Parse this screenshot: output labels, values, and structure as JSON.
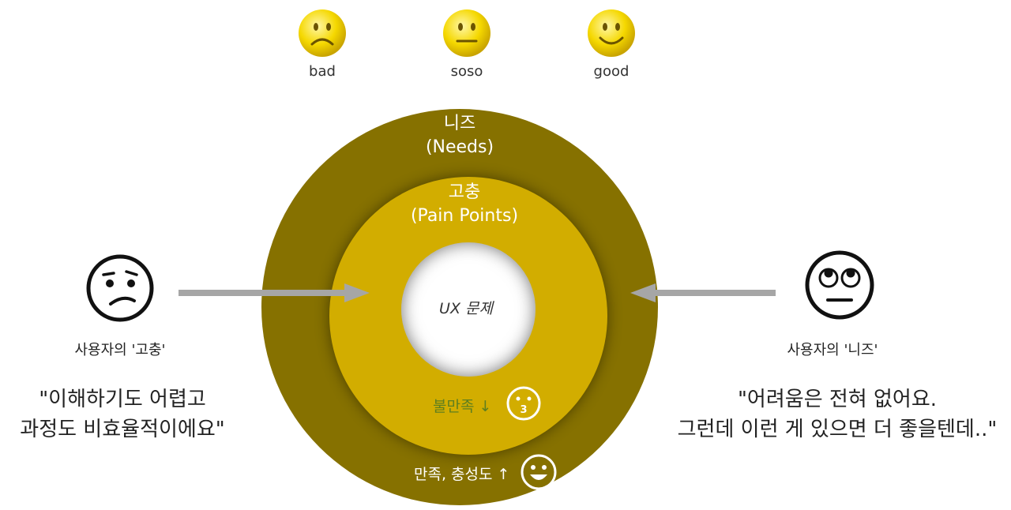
{
  "mood_scale": [
    {
      "label": "bad",
      "icon": "sad-face-icon"
    },
    {
      "label": "soso",
      "icon": "neutral-face-icon"
    },
    {
      "label": "good",
      "icon": "happy-face-icon"
    }
  ],
  "rings": {
    "outer": {
      "title": "니즈",
      "subtitle": "(Needs)",
      "color": "#867100"
    },
    "inner": {
      "title": "고충",
      "subtitle": "(Pain Points)",
      "color": "#d2ad00"
    },
    "core": {
      "label": "UX 문제"
    }
  },
  "indicators": {
    "dissatisfaction": "불만족 ↓",
    "satisfaction": "만족, 충성도 ↑"
  },
  "left_user": {
    "label": "사용자의 '고충'",
    "quote_line1": "\"이해하기도 어렵고",
    "quote_line2": "과정도 비효율적이에요\""
  },
  "right_user": {
    "label": "사용자의 '니즈'",
    "quote_line1": "\"어려움은 전혀 없어요.",
    "quote_line2": "그런데 이런 게 있으면 더 좋을텐데..\""
  },
  "colors": {
    "arrow": "#a6a6a6",
    "smiley_yellow": "#f5d800",
    "dissat_text": "#5f7f1f"
  }
}
